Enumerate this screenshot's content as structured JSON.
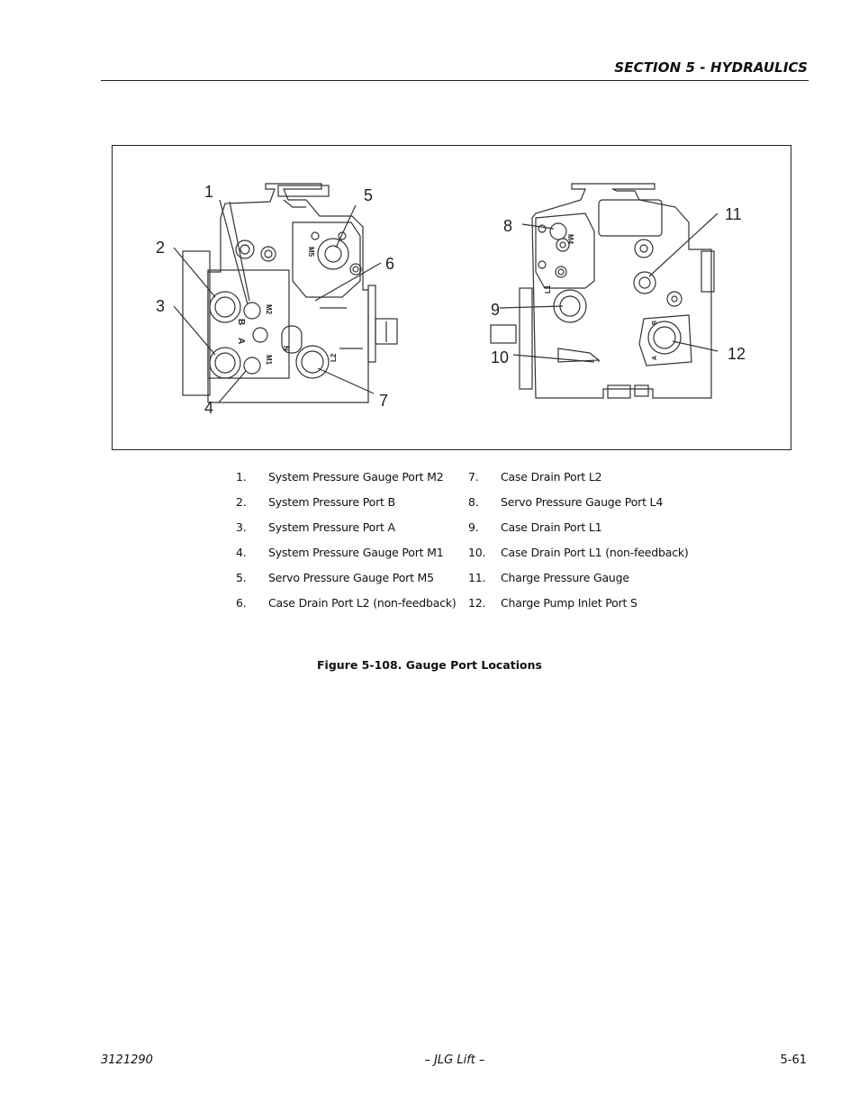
{
  "header": {
    "section_title": "SECTION 5 - HYDRAULICS"
  },
  "figure": {
    "callouts": [
      "1",
      "2",
      "3",
      "4",
      "5",
      "6",
      "7",
      "8",
      "9",
      "10",
      "11",
      "12"
    ],
    "stamps": {
      "m2": "M2",
      "m1": "M1",
      "m5": "M5",
      "l2": "L2",
      "n": "N",
      "b": "B",
      "a": "A",
      "l1": "L1",
      "m4": "M4",
      "b_right": "B",
      "a_right": "A"
    },
    "legend": [
      {
        "num": "1.",
        "text": "System Pressure Gauge Port M2"
      },
      {
        "num": "2.",
        "text": "System Pressure Port B"
      },
      {
        "num": "3.",
        "text": "System Pressure Port A"
      },
      {
        "num": "4.",
        "text": "System Pressure Gauge Port M1"
      },
      {
        "num": "5.",
        "text": "Servo Pressure Gauge Port M5"
      },
      {
        "num": "6.",
        "text": "Case Drain Port L2 (non-feedback)"
      },
      {
        "num": "7.",
        "text": "Case Drain Port L2"
      },
      {
        "num": "8.",
        "text": "Servo Pressure Gauge Port L4"
      },
      {
        "num": "9.",
        "text": "Case Drain Port L1"
      },
      {
        "num": "10.",
        "text": "Case Drain Port L1 (non-feedback)"
      },
      {
        "num": "11.",
        "text": "Charge Pressure Gauge"
      },
      {
        "num": "12.",
        "text": "Charge Pump Inlet Port S"
      }
    ],
    "caption": "Figure 5-108.  Gauge Port Locations"
  },
  "footer": {
    "doc_number": "3121290",
    "publisher": "– JLG Lift –",
    "page_number": "5-61"
  }
}
